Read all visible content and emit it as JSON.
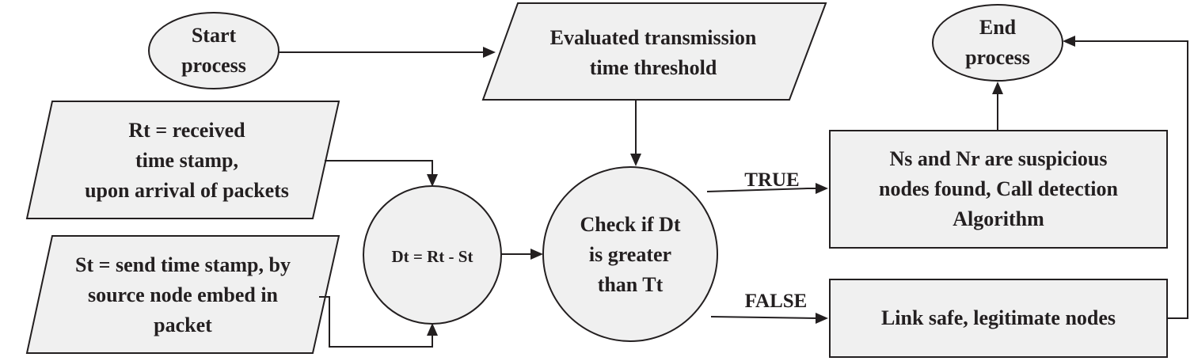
{
  "nodes": {
    "start": {
      "lines": [
        "Start",
        "process"
      ]
    },
    "evaluate": {
      "lines": [
        "Evaluated transmission",
        "time threshold"
      ]
    },
    "end": {
      "lines": [
        "End",
        "process"
      ]
    },
    "received": {
      "lines": [
        "Rt = received",
        "time stamp,",
        "upon arrival of packets"
      ]
    },
    "send": {
      "lines": [
        "St = send time stamp, by",
        "source node embed in",
        "packet"
      ]
    },
    "difference": {
      "lines": [
        "Dt = Rt - St"
      ]
    },
    "check": {
      "lines": [
        "Check if Dt",
        "is greater",
        "than Tt"
      ]
    },
    "suspicious": {
      "lines": [
        "Ns and Nr are suspicious",
        "nodes found, Call detection",
        "Algorithm"
      ]
    },
    "safe": {
      "lines": [
        "Link safe, legitimate nodes"
      ]
    }
  },
  "edges": {
    "true_label": "TRUE",
    "false_label": "FALSE"
  },
  "colors": {
    "shape_fill": "#f0f0f0",
    "stroke": "#231f20",
    "text": "#231f20"
  }
}
